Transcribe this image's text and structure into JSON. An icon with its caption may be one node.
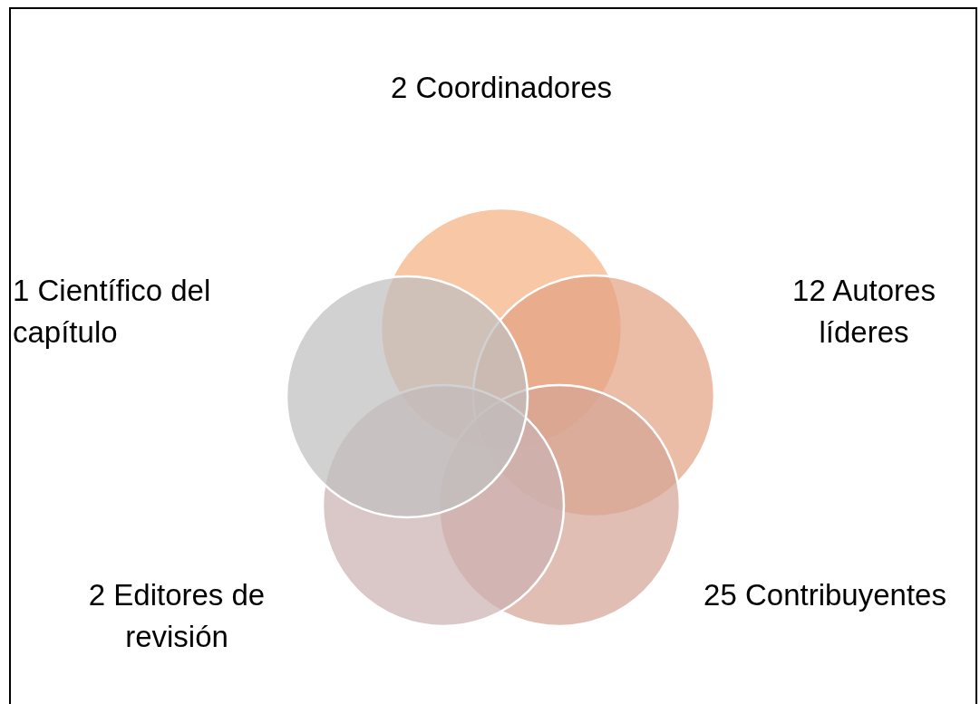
{
  "diagram": {
    "nodes": [
      {
        "text": [],
        "shape": "circle",
        "beside": [
          "2 Coordinadores"
        ]
      },
      {
        "text": [],
        "shape": "circle",
        "beside": [
          "1 Científico del capítulo"
        ]
      },
      {
        "text": [],
        "shape": "circle",
        "beside": [
          "12 Autores líderes"
        ]
      },
      {
        "text": [],
        "shape": "circle",
        "beside": [
          "2 Editores de revisión"
        ]
      },
      {
        "text": [],
        "shape": "circle",
        "beside": [
          "25 Contribuyentes"
        ]
      }
    ]
  }
}
